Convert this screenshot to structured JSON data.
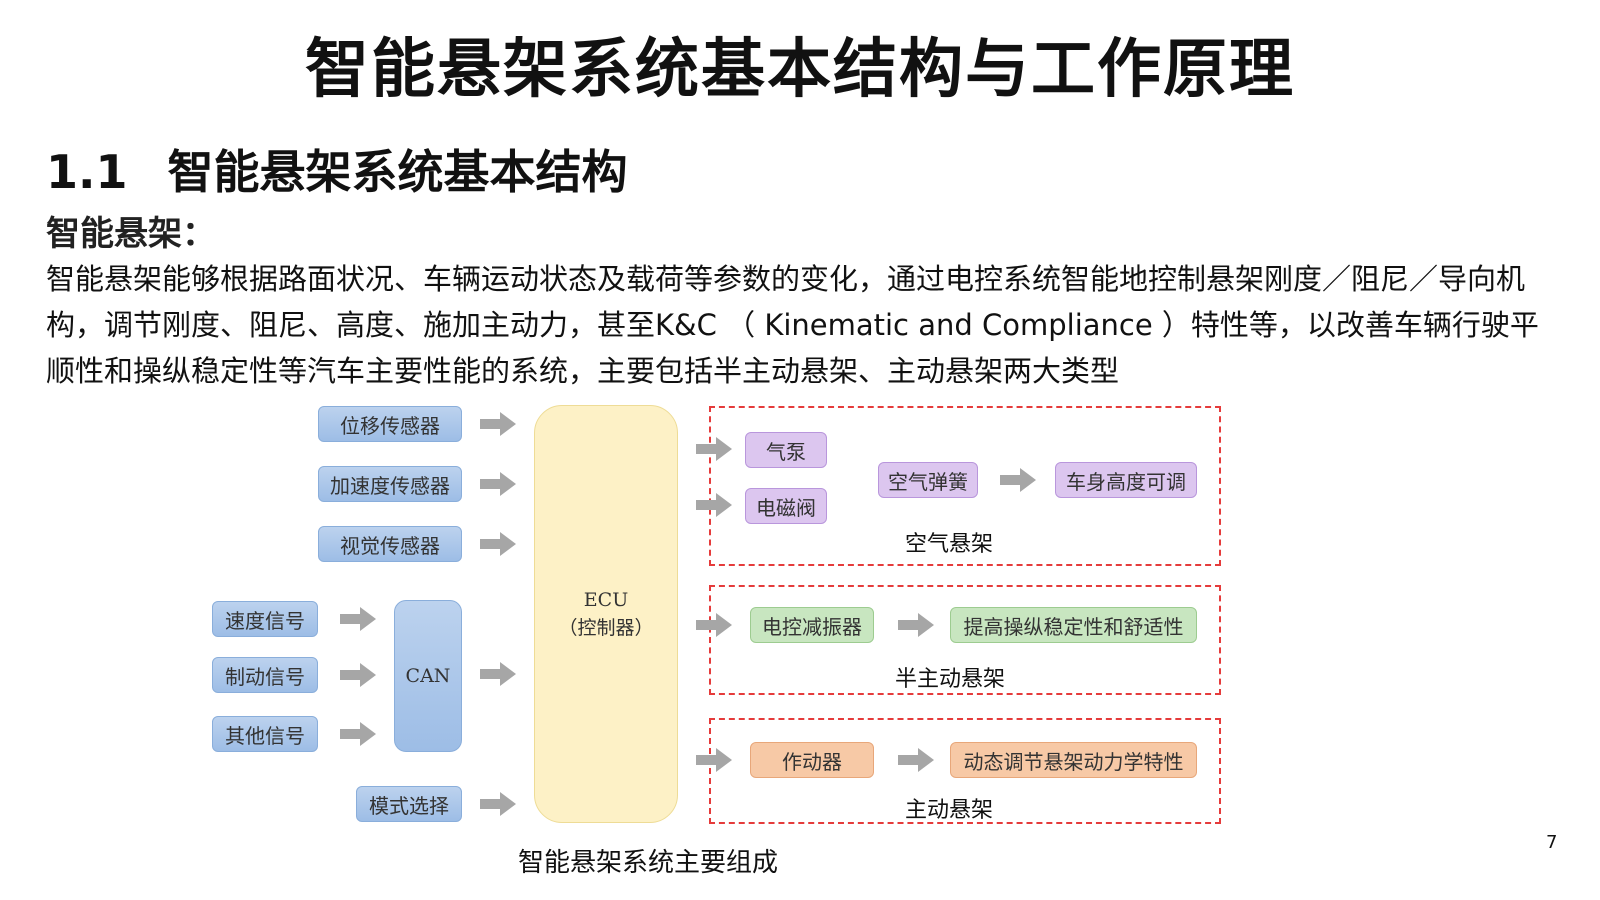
{
  "header": {
    "title": "智能悬架系统基本结构与工作原理"
  },
  "section": {
    "number": "1.1",
    "title": "智能悬架系统基本结构"
  },
  "definition": {
    "label": "智能悬架：",
    "text": "智能悬架能够根据路面状况、车辆运动状态及载荷等参数的变化，通过电控系统智能地控制悬架刚度／阻尼／导向机构，调节刚度、阻尼、高度、施加主动力，甚至K&C （ Kinematic and Compliance ）特性等，以改善车辆行驶平顺性和操纵稳定性等汽车主要性能的系统，主要包括半主动悬架、主动悬架两大类型"
  },
  "diagram": {
    "sensors": {
      "displacement": "位移传感器",
      "acceleration": "加速度传感器",
      "vision": "视觉传感器",
      "mode": "模式选择"
    },
    "signals": {
      "speed": "速度信号",
      "brake": "制动信号",
      "other": "其他信号"
    },
    "can": "CAN",
    "ecu": {
      "line1": "ECU",
      "line2": "（控制器）"
    },
    "air": {
      "pump": "气泵",
      "valve": "电磁阀",
      "spring": "空气弹簧",
      "result": "车身高度可调",
      "label": "空气悬架"
    },
    "semi": {
      "damper": "电控减振器",
      "result": "提高操纵稳定性和舒适性",
      "label": "半主动悬架"
    },
    "active": {
      "actuator": "作动器",
      "result": "动态调节悬架动力学特性",
      "label": "主动悬架"
    },
    "caption": "智能悬架系统主要组成",
    "colors": {
      "sensor_blue": "#9dbde6",
      "ecu_yellow": "#fdf1c6",
      "air_purple": "#dcc6ef",
      "semi_green": "#c8e6c0",
      "active_orange": "#f7c9a6",
      "group_border": "#e53b3b",
      "arrow_gray": "#a6a6a6"
    }
  },
  "footer": {
    "page_number": "7"
  }
}
